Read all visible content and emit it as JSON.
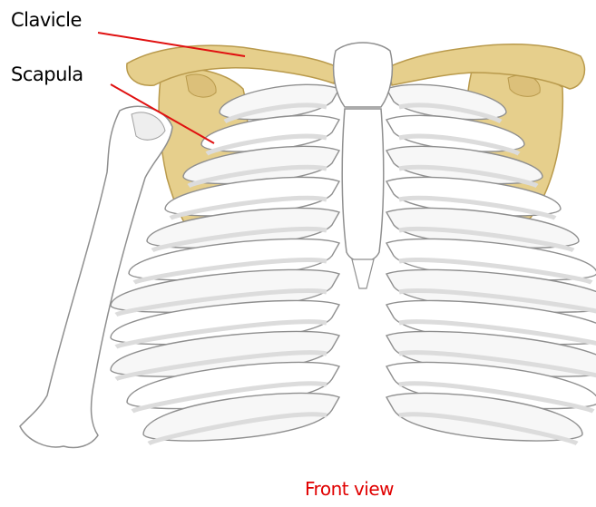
{
  "labels": {
    "clavicle": "Clavicle",
    "scapula": "Scapula"
  },
  "caption": "Front view",
  "colors": {
    "highlight_bone": "#e6cf8c",
    "highlight_stroke": "#b99a4c",
    "bone_fill": "#ffffff",
    "bone_stroke": "#8f8f8f",
    "bone_shade": "#dcdcdc",
    "leader_line": "#e01010",
    "caption": "#e00000"
  }
}
